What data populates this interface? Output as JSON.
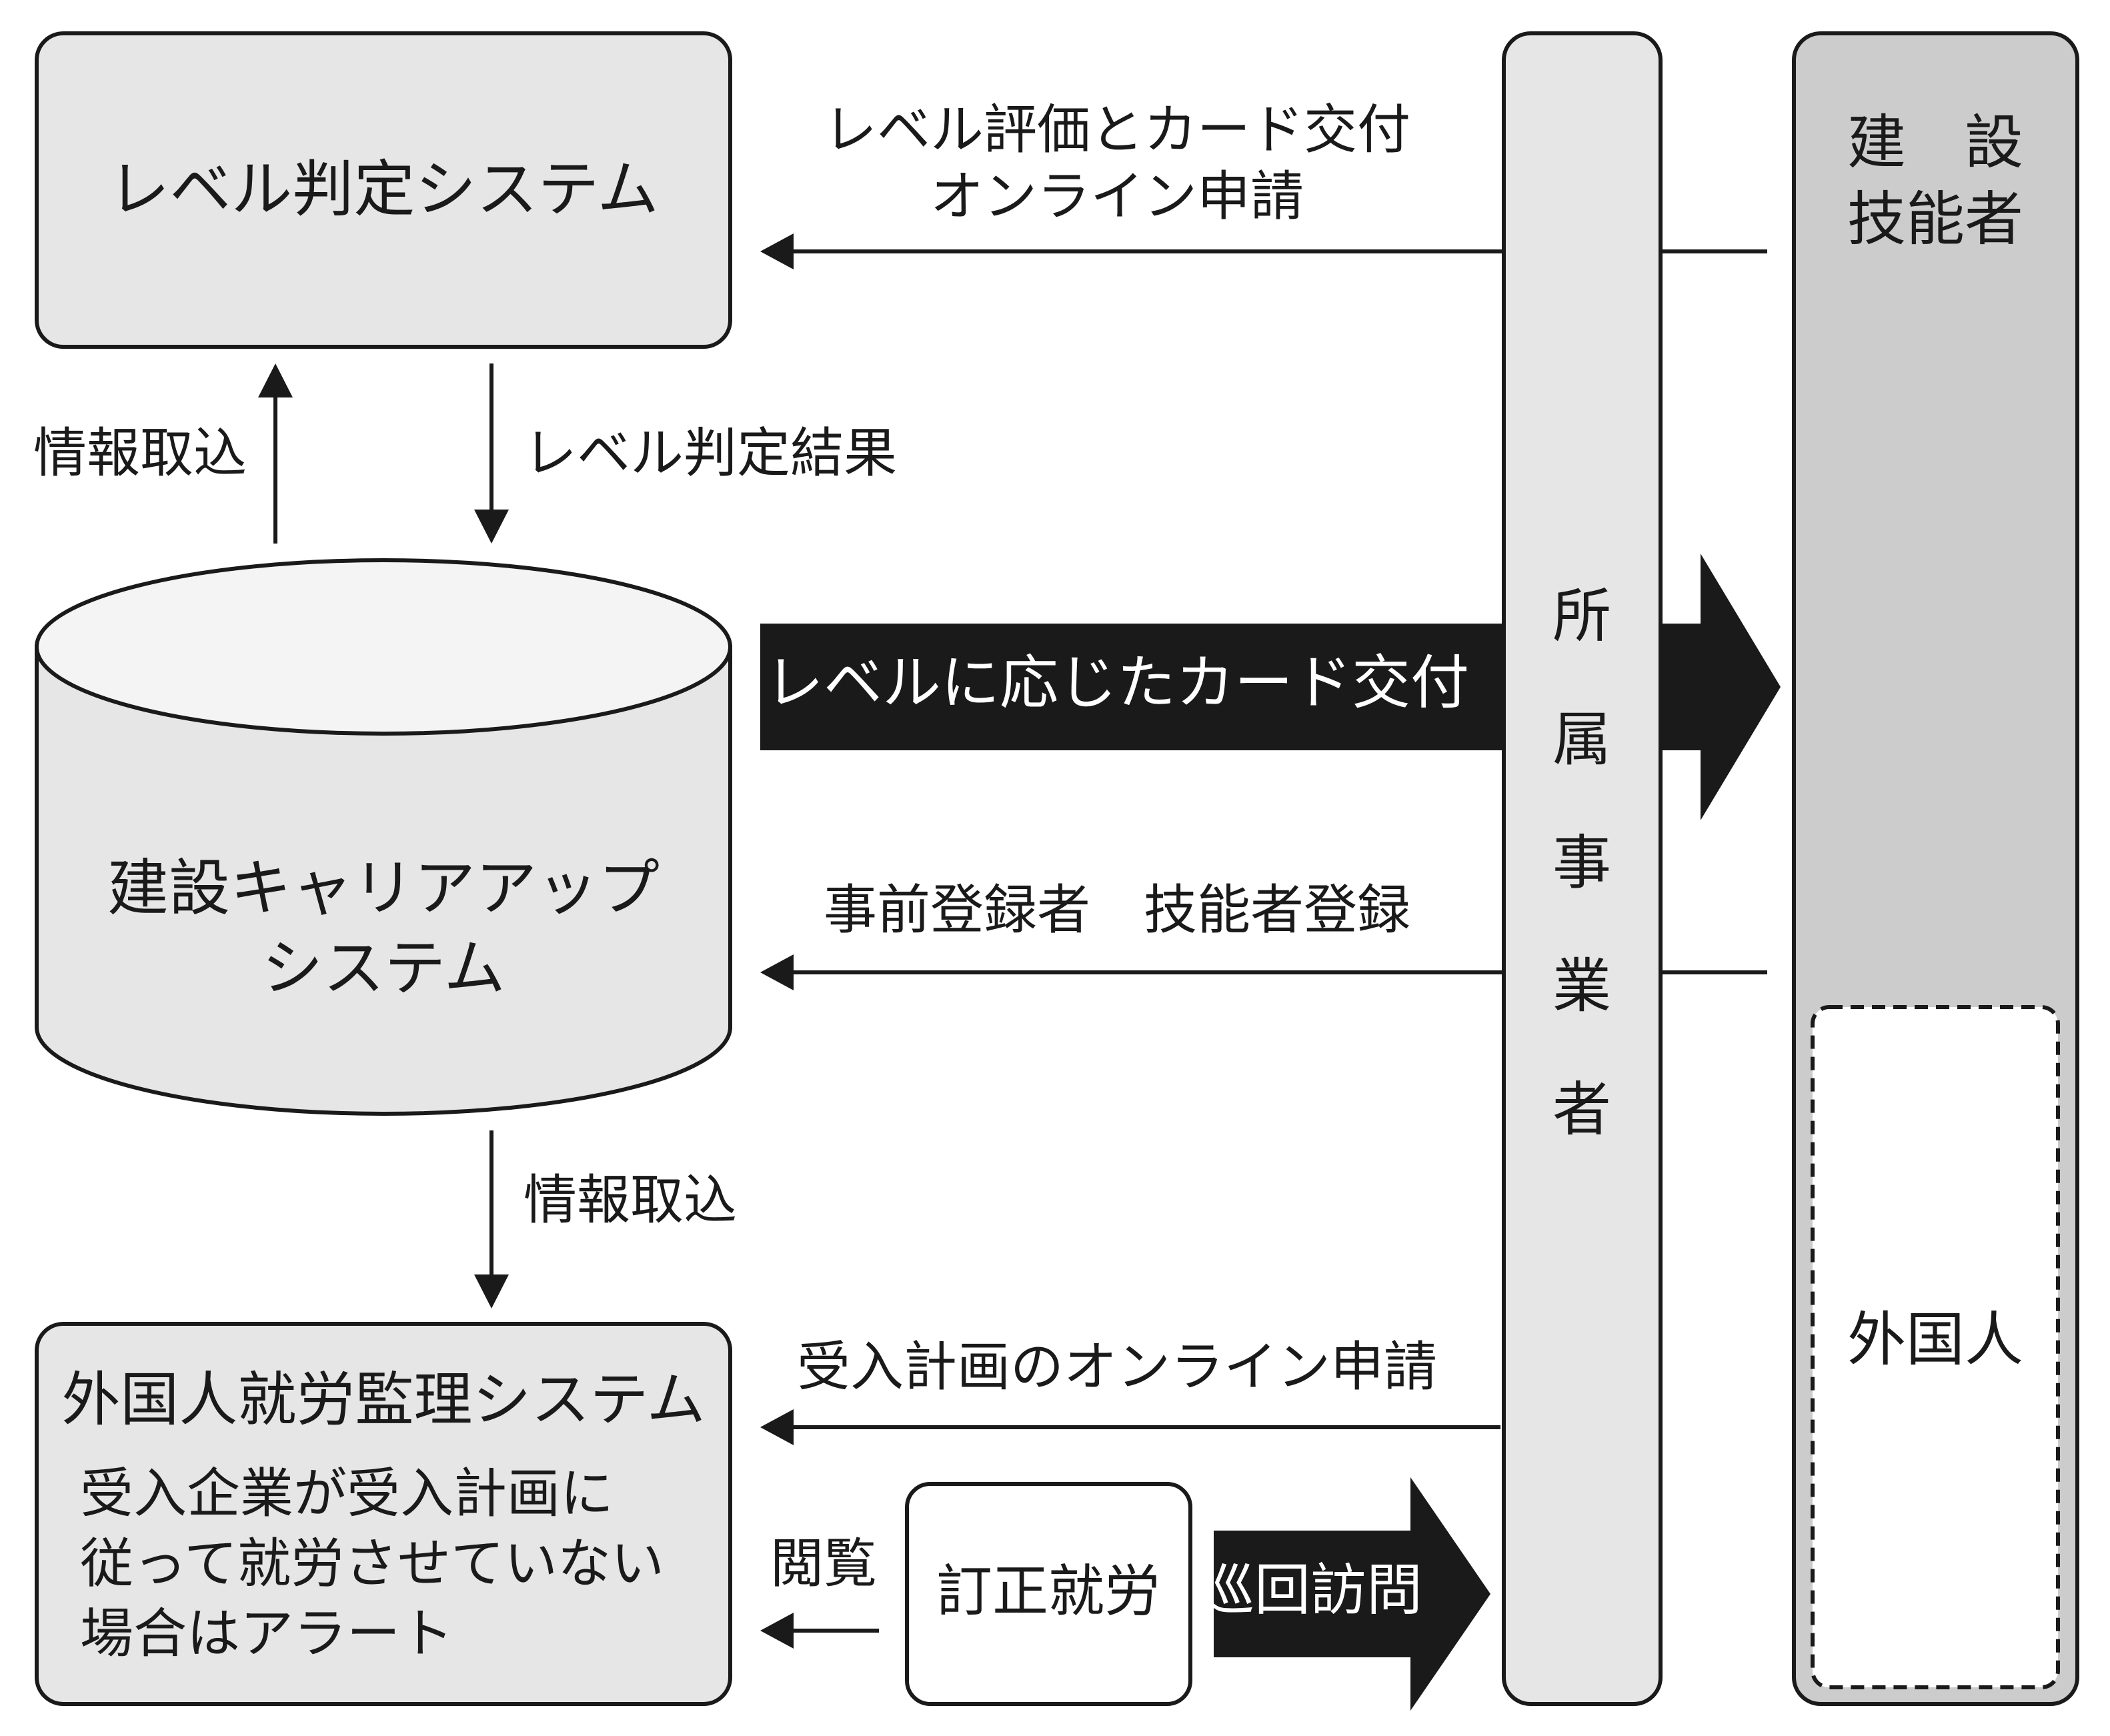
{
  "colors": {
    "box_fill": "#e6e6e6",
    "skill_column_fill": "#cccccc",
    "white": "#ffffff",
    "ink": "#1a1a1a",
    "db_top_fill": "#f4f4f4"
  },
  "nodes": {
    "level_system": "レベル判定システム",
    "ccus_line1": "建設キャリアアップ",
    "ccus_line2": "システム",
    "foreign_system_title": "外国人就労監理システム",
    "foreign_system_note": [
      "受入企業が受入計画に",
      "従って就労させていない",
      "場合はアラート"
    ],
    "correction_work": "訂正就労",
    "company_chars": [
      "所",
      "属",
      "事",
      "業",
      "者"
    ],
    "skilled_title": [
      "建　設",
      "技能者"
    ],
    "foreigner": "外国人"
  },
  "edges": {
    "level_application": [
      "レベル評価とカード交付",
      "オンライン申請"
    ],
    "info_import_up": "情報取込",
    "level_result": "レベル判定結果",
    "card_issue": "レベルに応じたカード交付",
    "registration": "事前登録者　技能者登録",
    "info_import_down": "情報取込",
    "plan_application": "受入計画のオンライン申請",
    "browse": "閲覧",
    "patrol_visit": "巡回訪問"
  }
}
